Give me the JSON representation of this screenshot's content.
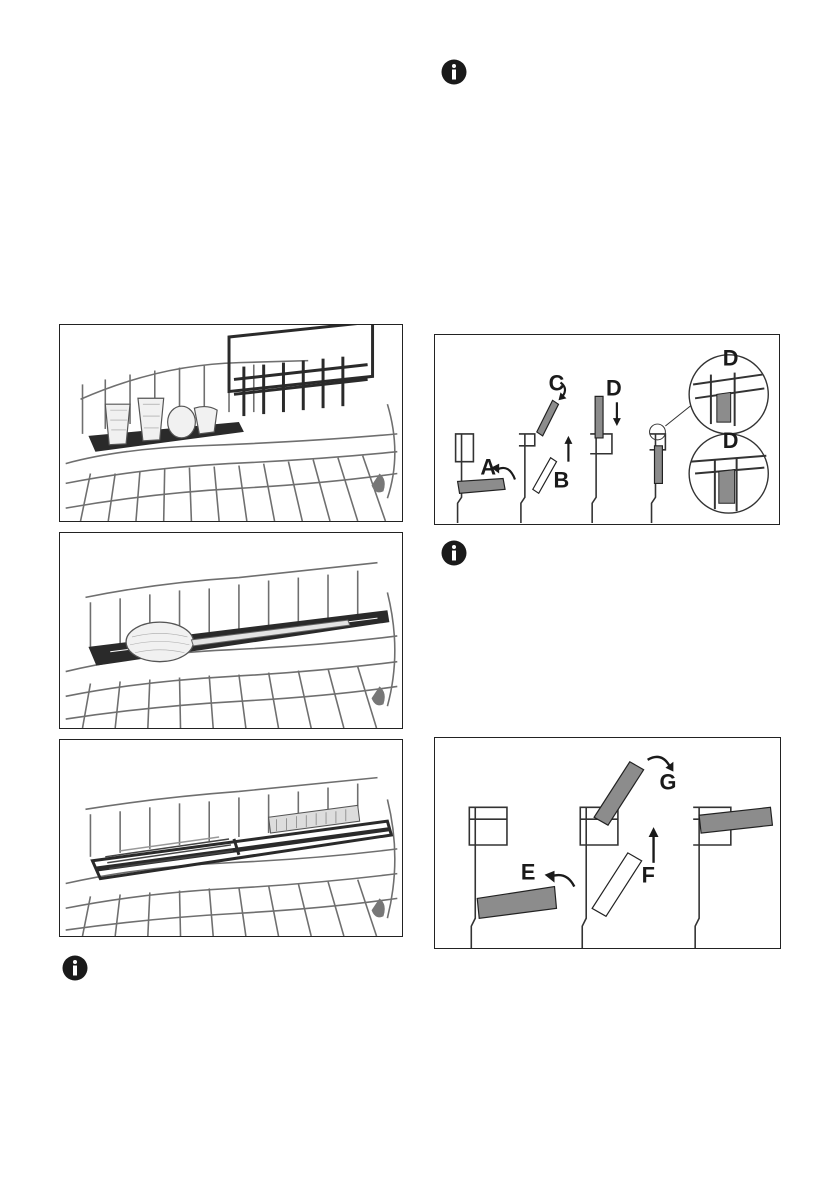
{
  "colors": {
    "ink": "#1a1a1a",
    "rack_wire": "#6f6f6f",
    "part_fill": "#8c8c8c",
    "part_dark": "#2a2a2a"
  },
  "icons": [
    "info-icon",
    "info-icon",
    "info-icon",
    "info-icon"
  ],
  "figure_mounting": {
    "labels": {
      "a": "A",
      "b": "B",
      "c": "C",
      "d": "D",
      "detail_top": "D",
      "detail_bottom": "D"
    }
  },
  "figure_folding": {
    "labels": {
      "e": "E",
      "f": "F",
      "g": "G"
    }
  }
}
